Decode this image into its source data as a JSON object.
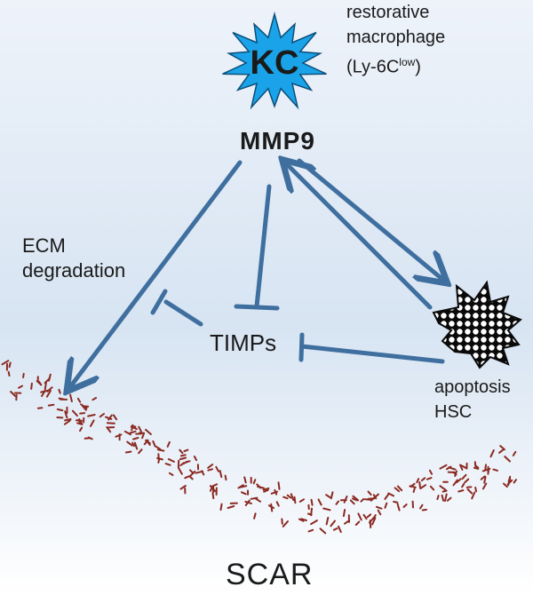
{
  "diagram": {
    "kupffer_cell": {
      "label": "KC",
      "color": "#1aa3e8"
    },
    "macrophage": {
      "line1": "restorative",
      "line2": "macrophage",
      "line3_prefix": "(Ly-6C",
      "line3_sup": "low",
      "line3_suffix": ")"
    },
    "mmp9": {
      "label": "MMP9"
    },
    "timps": {
      "label": "TIMPs"
    },
    "ecm": {
      "line1": "ECM",
      "line2": "degradation"
    },
    "hsc": {
      "line1": "apoptosis",
      "line2": "HSC"
    },
    "scar": {
      "label": "SCAR",
      "color": "#8b2a22"
    },
    "arrow_color": "#3f6f9f"
  }
}
